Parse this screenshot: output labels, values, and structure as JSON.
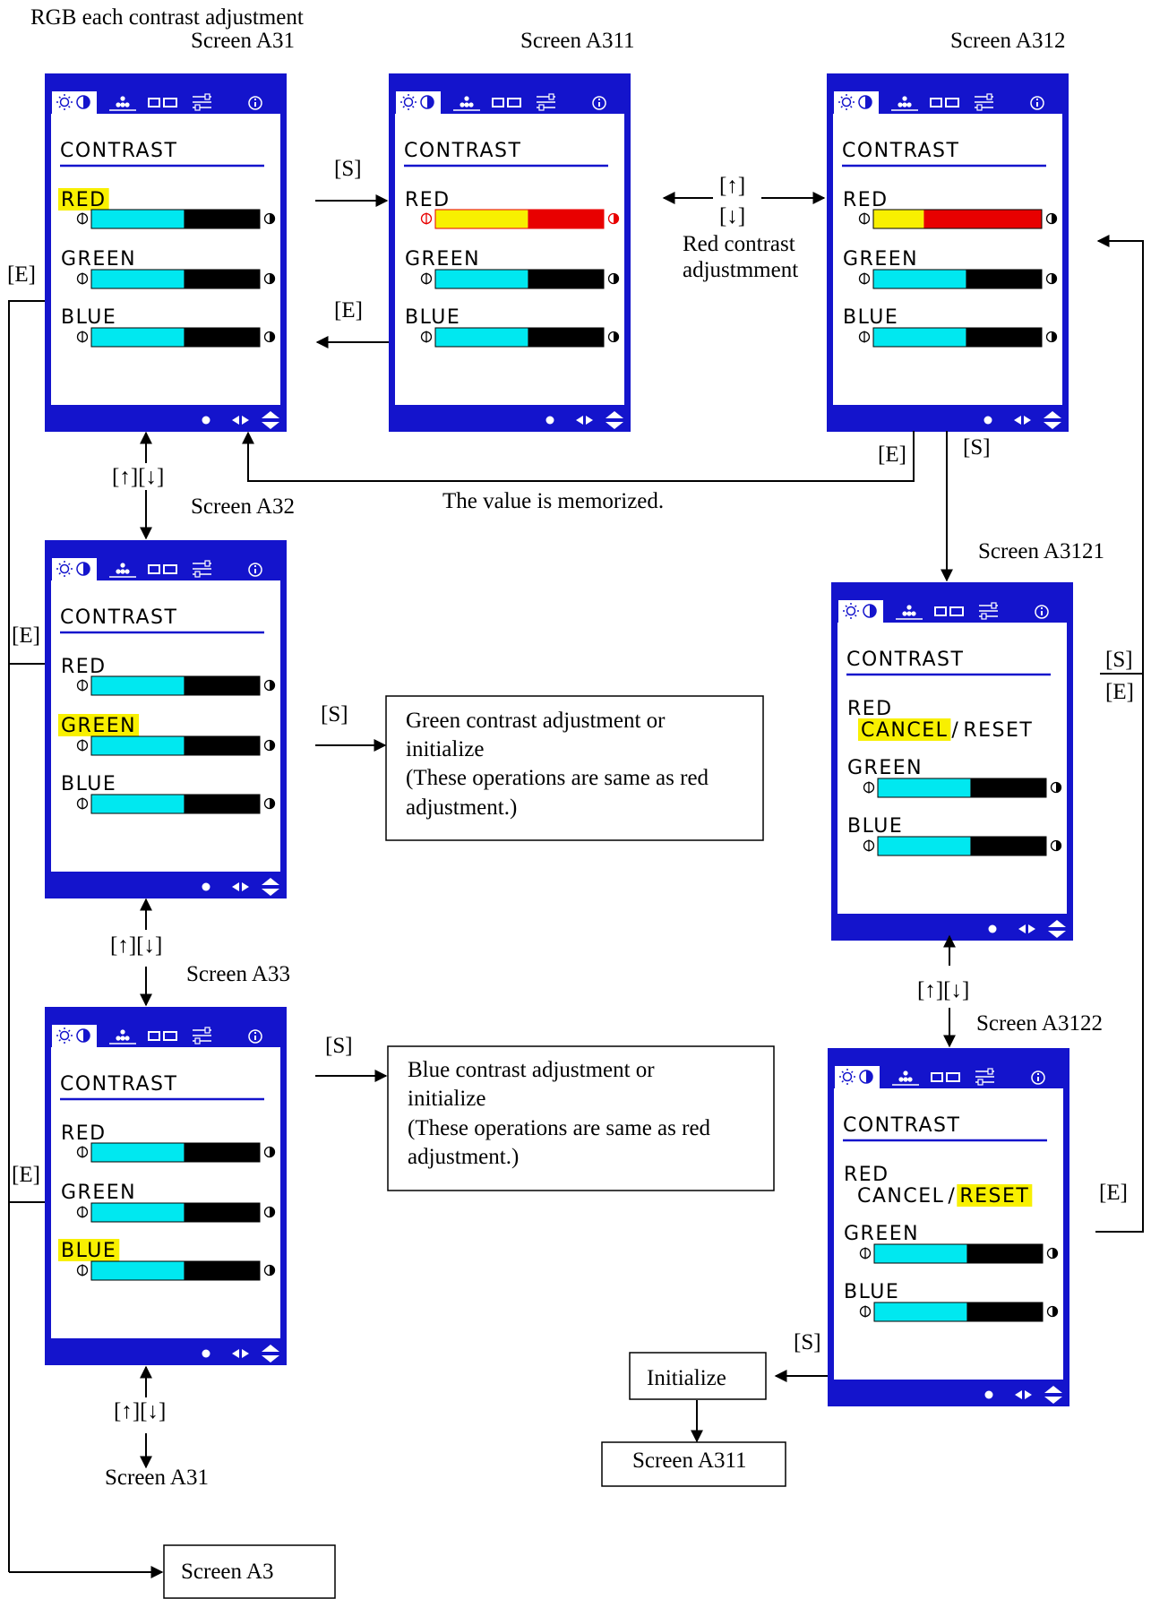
{
  "title": "RGB each contrast adjustment",
  "colors": {
    "frame": "#1414CC",
    "panel": "#FFFFFF",
    "bar_fill": "#00E8F0",
    "bar_empty": "#000000",
    "red_adjust_fill": "#F8F000",
    "red_adjust_empty": "#E80000",
    "highlight": "#F8F000",
    "underline": "#1414CC",
    "line": "#000000"
  },
  "osd_labels": {
    "contrast": "CONTRAST",
    "red": "RED",
    "green": "GREEN",
    "blue": "BLUE",
    "cancel": "CANCEL",
    "separator": "/",
    "reset": "RESET"
  },
  "screens": {
    "a31": {
      "title": "Screen A31",
      "highlight": "red",
      "red_value": 0.55,
      "green_value": 0.55,
      "blue_value": 0.55
    },
    "a311": {
      "title": "Screen A311",
      "highlight": "none",
      "red_value": 0.55,
      "green_value": 0.55,
      "blue_value": 0.55
    },
    "a312": {
      "title": "Screen A312",
      "highlight": "none",
      "red_value": 0.3,
      "green_value": 0.55,
      "blue_value": 0.55
    },
    "a32": {
      "title": "Screen A32",
      "highlight": "green",
      "red_value": 0.55,
      "green_value": 0.55,
      "blue_value": 0.55
    },
    "a33": {
      "title": "Screen A33",
      "highlight": "blue",
      "red_value": 0.55,
      "green_value": 0.55,
      "blue_value": 0.55
    },
    "a3121": {
      "title": "Screen A3121",
      "highlight": "cancel",
      "green_value": 0.55,
      "blue_value": 0.55
    },
    "a3122": {
      "title": "Screen A3122",
      "highlight": "reset",
      "green_value": 0.55,
      "blue_value": 0.55
    }
  },
  "arrow_labels": {
    "s": "[S]",
    "e": "[E]",
    "up": "[↑]",
    "down": "[↓]",
    "updown": "[↑][↓]"
  },
  "notes": {
    "red_adjust_1": "Red contrast",
    "red_adjust_2": "adjustmment",
    "memorized": "The value is memorized."
  },
  "boxes": {
    "green": [
      "Green contrast adjustment or",
      "initialize",
      "(These operations are same as red",
      "adjustment.)"
    ],
    "blue": [
      "Blue contrast adjustment or",
      "initialize",
      "(These operations are same as red",
      "adjustment.)"
    ],
    "initialize": "Initialize",
    "screen_a311": "Screen A311",
    "screen_a3": "Screen A3"
  },
  "loop_label": "Screen A31"
}
